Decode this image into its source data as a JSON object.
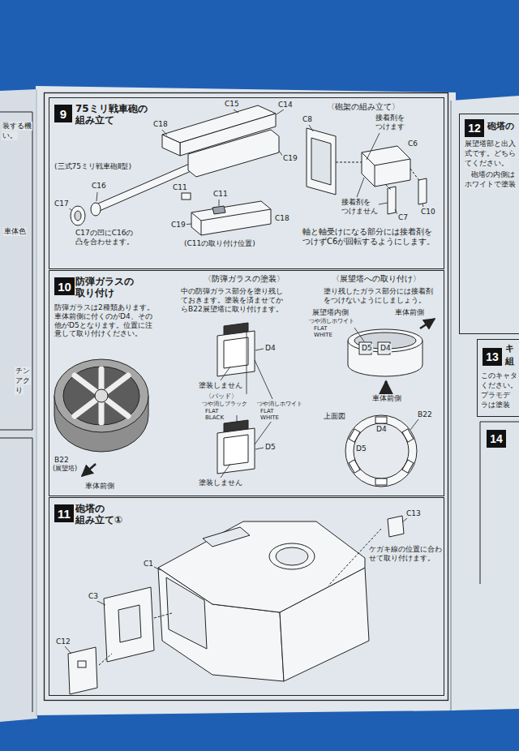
{
  "diagram": {
    "nodes": [
      {
        "text": [
          "75ミリ戦車砲の 組み立て"
        ]
      },
      {
        "text": [
          "9"
        ],
        "in": 0
      },
      {
        "text": [
          "防弾ガラスの 取り付け"
        ]
      },
      {
        "text": [
          "10"
        ],
        "in": 2
      },
      {
        "text": [
          "砲塔の 組み立て①"
        ]
      },
      {
        "text": [
          "11"
        ],
        "in": 4
      },
      {
        "text": [
          "砲塔の"
        ]
      },
      {
        "text": [
          "12"
        ],
        "in": 6
      },
      {
        "text": [
          "キ",
          "組"
        ]
      },
      {
        "text": [
          "13"
        ],
        "in": 8
      },
      {
        "text": [
          "14"
        ]
      }
    ],
    "labels": [
      "(三式75ミリ戦車砲Ⅱ型)",
      "C15",
      "C14",
      "C18",
      "C19",
      "C11",
      "C16",
      "C17",
      "C17の凹にC16の 凸を合わせます。",
      "C11",
      "C19",
      "C18",
      "(C11の取り付け位置)",
      "〈砲架の組み立て〉",
      "C8",
      "接着剤を つけます",
      "C6",
      "接着剤を つけません",
      "C7",
      "C10",
      "軸と軸受けになる部分には接着剤を つけずC6が回転するようにします。",
      "防弾ガラスは2種類あります。 車体前側に付くのがD4、その 他がD5となります。位置に注 意して取り付けください。",
      "B22",
      "(展望塔)",
      "車体前側",
      "〈防弾ガラスの塗装〉",
      "中の防弾ガラス部分を塗り残し ておきます。塗装を済ませてか らB22展望塔に取り付けます。",
      "D4",
      "塗装しません",
      "〈パッド〉",
      "つや消しブラック",
      "FLAT BLACK",
      "つや消しホワイト",
      "FLAT WHITE",
      "D5",
      "塗装しません",
      "〈展望塔への取り付け〉",
      "塗り残したガラス部分には接着剤 をつけないようにしましょう。",
      "展望塔内側",
      "つや消しホワイト",
      "FLAT WHITE",
      "車体前側",
      "D5",
      "D4",
      "車体前側",
      "上面図",
      "B22",
      "D4",
      "D5",
      "C1",
      "C13",
      "ケガキ線の位置に合わ せて取り付けます。",
      "C3",
      "C12",
      "展望塔部と出入",
      "式です。どちら",
      "てください。",
      "砲塔の内側は",
      "ホワイトで塗装",
      "このキャタ",
      "ください。",
      "プラモデ",
      "ラは塗装",
      "装する機",
      "い。",
      "車体色",
      "チン",
      "アク",
      "り"
    ]
  }
}
